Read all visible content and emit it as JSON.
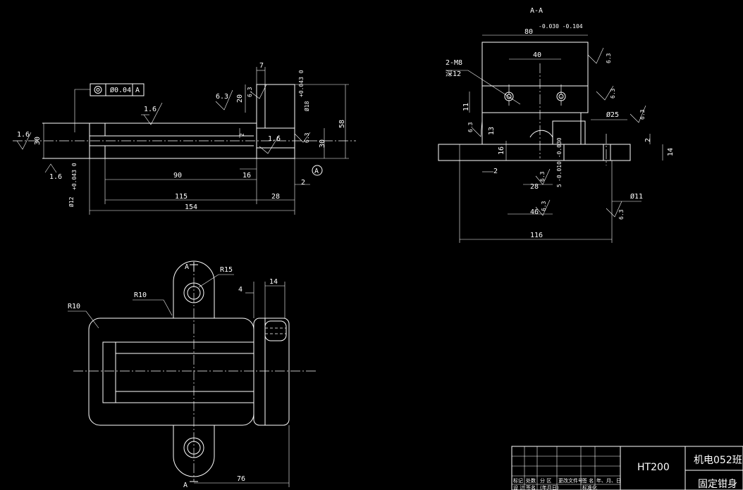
{
  "section_title": "A-A",
  "section_mark": "A",
  "datum_circle_label": "A",
  "front_view": {
    "tolerance_frame": {
      "symbol": "◎",
      "value": "Ø0.04",
      "datum": "A"
    },
    "roughness": [
      "1.6",
      "1.6",
      "1.6",
      "6.3",
      "6.3",
      "6.3",
      "1.6"
    ],
    "dims": {
      "d30_left": "30",
      "d30_right": "30",
      "d2_small": "2",
      "d7": "7",
      "d20": "20",
      "d58": "58",
      "d90": "90",
      "d16": "16",
      "d115": "115",
      "d28": "28",
      "d2": "2",
      "d154": "154",
      "bore_left": "Ø12",
      "bore_left_tol": "+0.043 0",
      "bore_right": "Ø18",
      "bore_right_tol": "+0.043 0"
    }
  },
  "section_view": {
    "dims": {
      "d80": "80",
      "d80_tol": "-0.030 -0.104",
      "d40": "40",
      "thread_note": "2-M8",
      "thread_depth": "深12",
      "d11": "11",
      "d13": "13",
      "d16": "16",
      "d2": "2",
      "d28": "28",
      "d5": "5",
      "d5_tol": "-0.010 -0.030",
      "d46": "46",
      "d116": "116",
      "d25": "Ø25",
      "d2_right": "2",
      "d14": "14",
      "d11_hole": "Ø11"
    },
    "roughness": [
      "6.3",
      "6.3",
      "6.3",
      "6.3",
      "6.3",
      "6.3",
      "6.3"
    ]
  },
  "top_view": {
    "dims": {
      "r15": "R15",
      "r10_a": "R10",
      "r10_b": "R10",
      "d4": "4",
      "d14": "14",
      "d76": "76"
    }
  },
  "title_block": {
    "material": "HT200",
    "class_name": "机电052班",
    "part_name": "固定钳身",
    "row_labels": [
      "标记",
      "处数",
      "分 区",
      "更改文件号",
      "签 名",
      "年、月、日"
    ],
    "row_labels_2": [
      "设 计",
      "签名",
      "(年月日)",
      "标准化"
    ]
  }
}
